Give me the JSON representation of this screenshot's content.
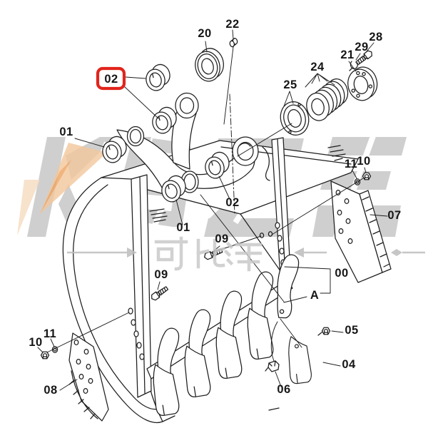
{
  "diagram": {
    "description": "Excavator bucket assembly exploded parts diagram",
    "background_color": "#ffffff",
    "line_color": "#1e1e1e",
    "highlight": {
      "callout": "02",
      "box_color": "#e1251c"
    },
    "callouts": [
      {
        "label": "20"
      },
      {
        "label": "22"
      },
      {
        "label": "28"
      },
      {
        "label": "29"
      },
      {
        "label": "21"
      },
      {
        "label": "24"
      },
      {
        "label": "25"
      },
      {
        "label": "02"
      },
      {
        "label": "01"
      },
      {
        "label": "02"
      },
      {
        "label": "01"
      },
      {
        "label": "09"
      },
      {
        "label": "10"
      },
      {
        "label": "11"
      },
      {
        "label": "07"
      },
      {
        "label": "00"
      },
      {
        "label": "A"
      },
      {
        "label": "09"
      },
      {
        "label": "05"
      },
      {
        "label": "04"
      },
      {
        "label": "06"
      },
      {
        "label": "10"
      },
      {
        "label": "11"
      },
      {
        "label": "08"
      }
    ]
  },
  "watermark": {
    "logo_text": "KBZE",
    "sub_text": "可比泽",
    "logo_color": "#c9c9c9",
    "accent_color": "#f3c79c",
    "accent_deep_color": "#eea35f",
    "arrow_color": "#bdbdbd"
  }
}
